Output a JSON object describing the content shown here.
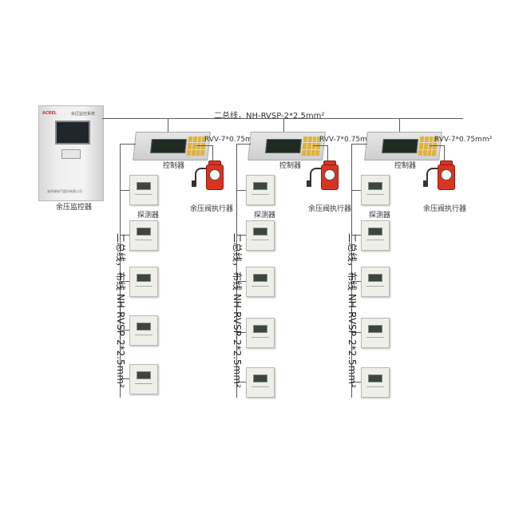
{
  "main_bus_label": "二总线，NH-RVSP-2*2.5mm²",
  "cabinet": {
    "label": "余压监控器",
    "header_brand": "ACREL",
    "header_title": "余压监控系统",
    "footer_text": "安科瑞电气股份有限公司"
  },
  "branches": [
    {
      "controller_label": "控制器",
      "cable_label": "RVV-7*0.75mm²",
      "actuator_label": "余压阀执行器",
      "detector_label": "探测器",
      "bus_label": "二总线，布线 NH-RVSP-2*2.5mm²"
    },
    {
      "controller_label": "控制器",
      "cable_label": "RVV-7*0.75mm²",
      "actuator_label": "余压阀执行器",
      "detector_label": "探测器",
      "bus_label": "二总线，布线 NH-RVSP-2*2.5mm²"
    },
    {
      "controller_label": "控制器",
      "cable_label": "RVV-7*0.75mm²",
      "actuator_label": "余压阀执行器",
      "detector_label": "探测器",
      "bus_label": "二总线，布线 NH-RVSP-2*2.5mm²"
    }
  ]
}
